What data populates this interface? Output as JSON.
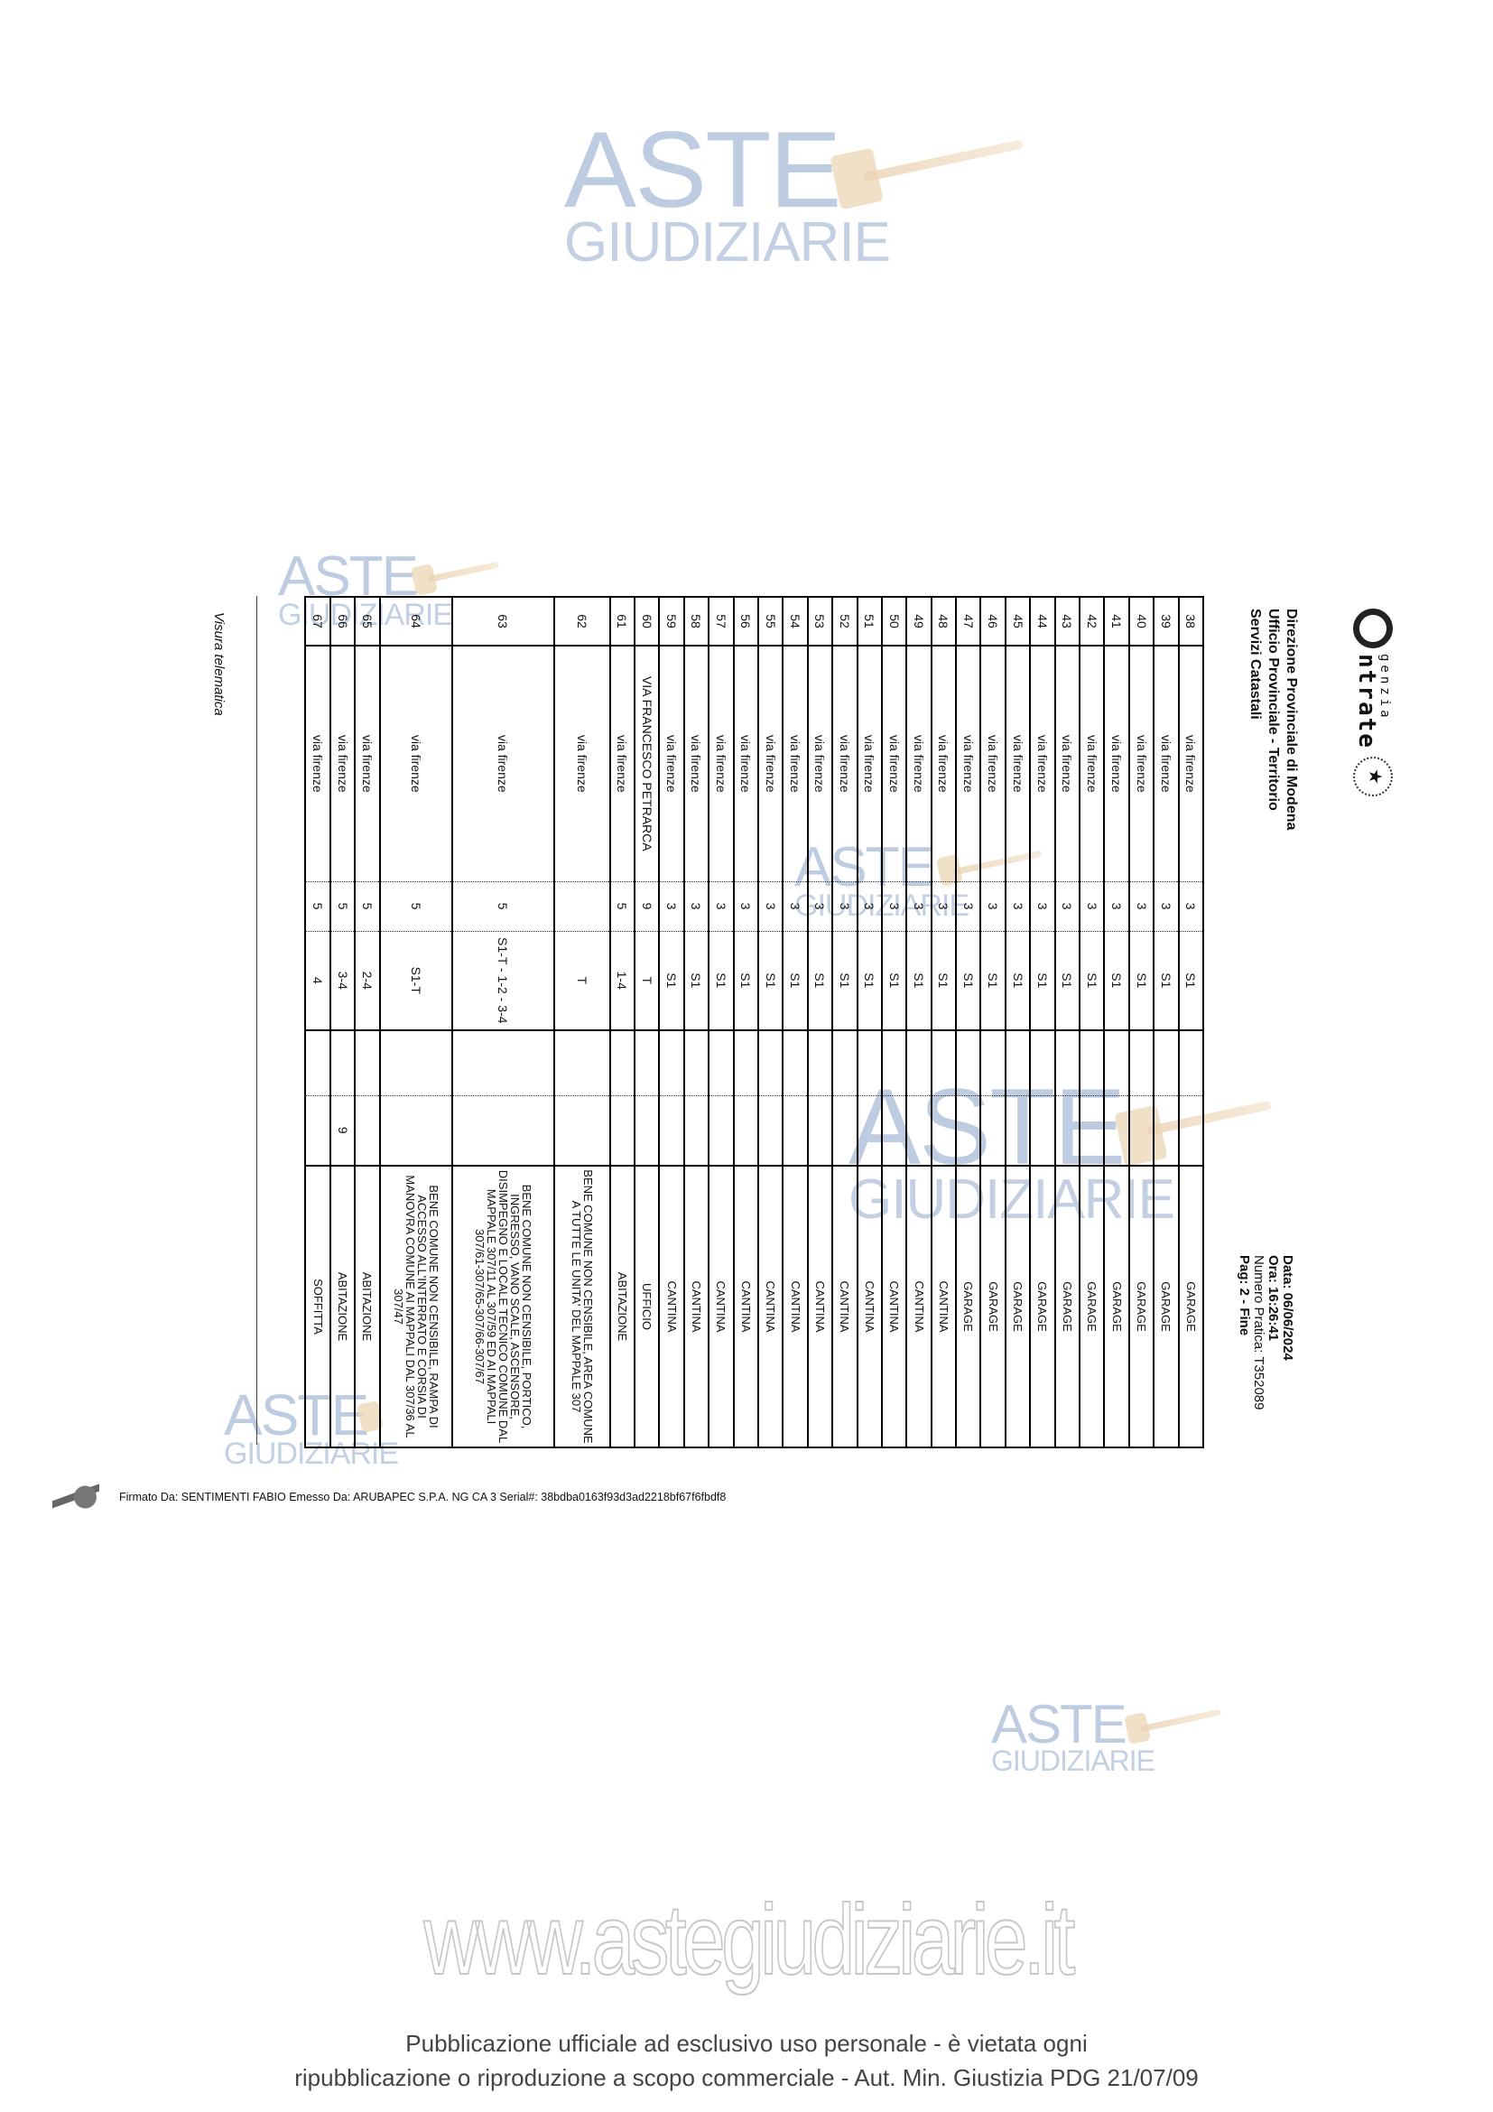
{
  "header": {
    "logo_small": "genzia",
    "logo_big": "ntrate",
    "office_lines": [
      "Direzione Provinciale di Modena",
      "Ufficio Provinciale - Territorio",
      "Servizi Catastali"
    ],
    "data": "Data: 06/06/2024",
    "ora": "Ora: 16:26:41",
    "pratica": "Numero Pratica: T352089",
    "pagina": "Pag: 2 - Fine"
  },
  "rows": [
    {
      "n": "38",
      "addr": "via firenze",
      "civ": "3",
      "piano": "S1",
      "c5": "",
      "c6": "",
      "desc": "GARAGE"
    },
    {
      "n": "39",
      "addr": "via firenze",
      "civ": "3",
      "piano": "S1",
      "c5": "",
      "c6": "",
      "desc": "GARAGE"
    },
    {
      "n": "40",
      "addr": "via firenze",
      "civ": "3",
      "piano": "S1",
      "c5": "",
      "c6": "",
      "desc": "GARAGE"
    },
    {
      "n": "41",
      "addr": "via firenze",
      "civ": "3",
      "piano": "S1",
      "c5": "",
      "c6": "",
      "desc": "GARAGE"
    },
    {
      "n": "42",
      "addr": "via firenze",
      "civ": "3",
      "piano": "S1",
      "c5": "",
      "c6": "",
      "desc": "GARAGE"
    },
    {
      "n": "43",
      "addr": "via firenze",
      "civ": "3",
      "piano": "S1",
      "c5": "",
      "c6": "",
      "desc": "GARAGE"
    },
    {
      "n": "44",
      "addr": "via firenze",
      "civ": "3",
      "piano": "S1",
      "c5": "",
      "c6": "",
      "desc": "GARAGE"
    },
    {
      "n": "45",
      "addr": "via firenze",
      "civ": "3",
      "piano": "S1",
      "c5": "",
      "c6": "",
      "desc": "GARAGE"
    },
    {
      "n": "46",
      "addr": "via firenze",
      "civ": "3",
      "piano": "S1",
      "c5": "",
      "c6": "",
      "desc": "GARAGE"
    },
    {
      "n": "47",
      "addr": "via firenze",
      "civ": "3",
      "piano": "S1",
      "c5": "",
      "c6": "",
      "desc": "GARAGE"
    },
    {
      "n": "48",
      "addr": "via firenze",
      "civ": "3",
      "piano": "S1",
      "c5": "",
      "c6": "",
      "desc": "CANTINA"
    },
    {
      "n": "49",
      "addr": "via firenze",
      "civ": "3",
      "piano": "S1",
      "c5": "",
      "c6": "",
      "desc": "CANTINA"
    },
    {
      "n": "50",
      "addr": "via firenze",
      "civ": "3",
      "piano": "S1",
      "c5": "",
      "c6": "",
      "desc": "CANTINA"
    },
    {
      "n": "51",
      "addr": "via firenze",
      "civ": "3",
      "piano": "S1",
      "c5": "",
      "c6": "",
      "desc": "CANTINA"
    },
    {
      "n": "52",
      "addr": "via firenze",
      "civ": "3",
      "piano": "S1",
      "c5": "",
      "c6": "",
      "desc": "CANTINA"
    },
    {
      "n": "53",
      "addr": "via firenze",
      "civ": "3",
      "piano": "S1",
      "c5": "",
      "c6": "",
      "desc": "CANTINA"
    },
    {
      "n": "54",
      "addr": "via firenze",
      "civ": "3",
      "piano": "S1",
      "c5": "",
      "c6": "",
      "desc": "CANTINA"
    },
    {
      "n": "55",
      "addr": "via firenze",
      "civ": "3",
      "piano": "S1",
      "c5": "",
      "c6": "",
      "desc": "CANTINA"
    },
    {
      "n": "56",
      "addr": "via firenze",
      "civ": "3",
      "piano": "S1",
      "c5": "",
      "c6": "",
      "desc": "CANTINA"
    },
    {
      "n": "57",
      "addr": "via firenze",
      "civ": "3",
      "piano": "S1",
      "c5": "",
      "c6": "",
      "desc": "CANTINA"
    },
    {
      "n": "58",
      "addr": "via firenze",
      "civ": "3",
      "piano": "S1",
      "c5": "",
      "c6": "",
      "desc": "CANTINA"
    },
    {
      "n": "59",
      "addr": "via firenze",
      "civ": "3",
      "piano": "S1",
      "c5": "",
      "c6": "",
      "desc": "CANTINA"
    },
    {
      "n": "60",
      "addr": "VIA FRANCESCO PETRARCA",
      "civ": "9",
      "piano": "T",
      "c5": "",
      "c6": "",
      "desc": "UFFICIO"
    },
    {
      "n": "61",
      "addr": "via firenze",
      "civ": "5",
      "piano": "1-4",
      "c5": "",
      "c6": "",
      "desc": "ABITAZIONE"
    },
    {
      "n": "62",
      "addr": "via firenze",
      "civ": "",
      "piano": "T",
      "c5": "",
      "c6": "",
      "desc": "BENE COMUNE NON CENSIBILE, AREA COMUNE A TUTTE LE UNITA' DEL MAPPALE 307"
    },
    {
      "n": "63",
      "addr": "via firenze",
      "civ": "5",
      "piano": "S1-T - 1-2 - 3-4",
      "c5": "",
      "c6": "",
      "desc": "BENE COMUNE NON CENSIBILE, PORTICO, INGRESSO, VANO SCALE, ASCENSORE, DISIMPEGNO E LOCALE TECNICO COMUNE DAL MAPPALE 307/11 AL 307/59 ED AI MAPPALI 307/61-307/65-307/66-307/67"
    },
    {
      "n": "64",
      "addr": "via firenze",
      "civ": "5",
      "piano": "S1-T",
      "c5": "",
      "c6": "",
      "desc": "BENE COMUNE NON CENSIBILE, RAMPA DI ACCESSO ALL'INTERRATO E CORSIA DI MANOVRA COMUNE AI MAPPALI DAL 307/36 AL 307/47"
    },
    {
      "n": "65",
      "addr": "via firenze",
      "civ": "5",
      "piano": "2-4",
      "c5": "",
      "c6": "",
      "desc": "ABITAZIONE"
    },
    {
      "n": "66",
      "addr": "via firenze",
      "civ": "5",
      "piano": "3-4",
      "c5": "",
      "c6": "9",
      "desc": "ABITAZIONE"
    },
    {
      "n": "67",
      "addr": "via firenze",
      "civ": "5",
      "piano": "4",
      "c5": "",
      "c6": "",
      "desc": "SOFFITTA"
    }
  ],
  "side_label": "Visura telematica",
  "signature": "Firmato Da: SENTIMENTI FABIO Emesso Da: ARUBAPEC S.P.A. NG CA 3 Serial#: 38bdba0163f93d3ad2218bf67f6fbdf8",
  "watermark": {
    "line1": "ASTE",
    "line2": "GIUDIZIARIE"
  },
  "website": "www.astegiudiziarie.it",
  "footer": {
    "line1": "Pubblicazione ufficiale ad esclusivo uso personale - è vietata ogni",
    "line2": "ripubblicazione o riproduzione a scopo commerciale - Aut. Min. Giustizia PDG 21/07/09"
  }
}
